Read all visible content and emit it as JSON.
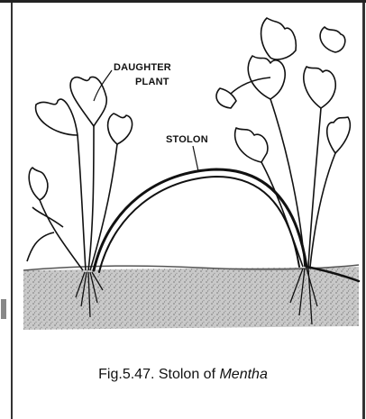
{
  "labels": {
    "daughter_line1": "DAUGHTER",
    "daughter_line2": "PLANT",
    "stolon": "STOLON"
  },
  "caption": {
    "prefix": "Fig.5.47. Stolon of ",
    "genus": "Mentha"
  },
  "colors": {
    "ink": "#111111",
    "soil": "#bdbdbd",
    "border": "#222222",
    "background": "#ffffff"
  }
}
